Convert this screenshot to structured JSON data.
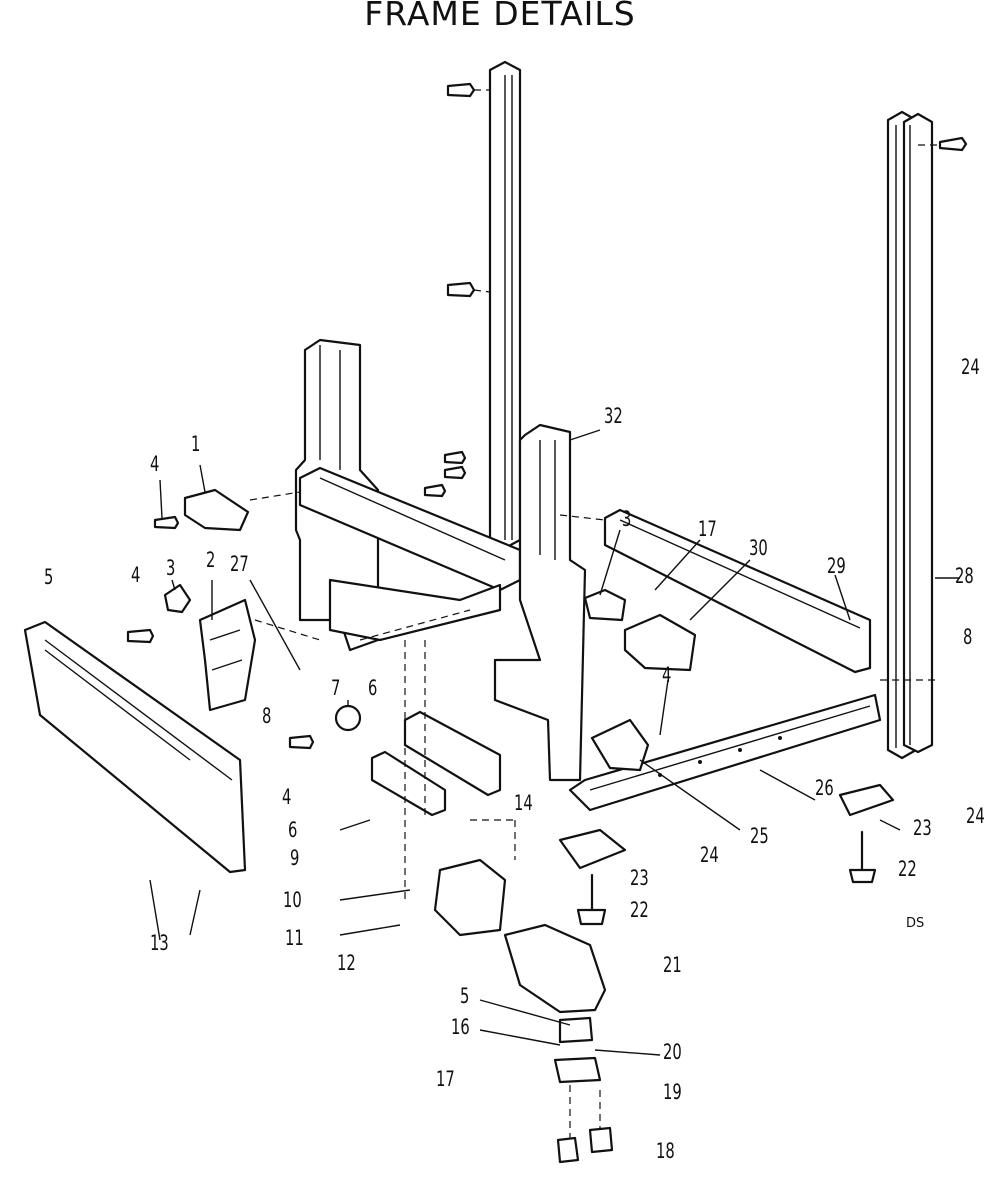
{
  "title": "FRAME DETAILS",
  "diagram_code": "DS",
  "callouts": [
    {
      "id": "c1",
      "label": "1"
    },
    {
      "id": "c2",
      "label": "2"
    },
    {
      "id": "c3a",
      "label": "3"
    },
    {
      "id": "c3b",
      "label": "3"
    },
    {
      "id": "c4a",
      "label": "4"
    },
    {
      "id": "c4b",
      "label": "4"
    },
    {
      "id": "c4c",
      "label": "4"
    },
    {
      "id": "c4d",
      "label": "4"
    },
    {
      "id": "c5a",
      "label": "5"
    },
    {
      "id": "c5b",
      "label": "5"
    },
    {
      "id": "c6a",
      "label": "6"
    },
    {
      "id": "c6b",
      "label": "6"
    },
    {
      "id": "c7",
      "label": "7"
    },
    {
      "id": "c8a",
      "label": "8"
    },
    {
      "id": "c8b",
      "label": "8"
    },
    {
      "id": "c9",
      "label": "9"
    },
    {
      "id": "c10",
      "label": "10"
    },
    {
      "id": "c11",
      "label": "11"
    },
    {
      "id": "c12",
      "label": "12"
    },
    {
      "id": "c13",
      "label": "13"
    },
    {
      "id": "c14",
      "label": "14"
    },
    {
      "id": "c16",
      "label": "16"
    },
    {
      "id": "c17a",
      "label": "17"
    },
    {
      "id": "c17b",
      "label": "17"
    },
    {
      "id": "c18",
      "label": "18"
    },
    {
      "id": "c19",
      "label": "19"
    },
    {
      "id": "c20",
      "label": "20"
    },
    {
      "id": "c21",
      "label": "21"
    },
    {
      "id": "c22a",
      "label": "22"
    },
    {
      "id": "c22b",
      "label": "22"
    },
    {
      "id": "c23a",
      "label": "23"
    },
    {
      "id": "c23b",
      "label": "23"
    },
    {
      "id": "c24a",
      "label": "24"
    },
    {
      "id": "c24b",
      "label": "24"
    },
    {
      "id": "c24c",
      "label": "24"
    },
    {
      "id": "c25",
      "label": "25"
    },
    {
      "id": "c26",
      "label": "26"
    },
    {
      "id": "c27",
      "label": "27"
    },
    {
      "id": "c28",
      "label": "28"
    },
    {
      "id": "c29",
      "label": "29"
    },
    {
      "id": "c30",
      "label": "30"
    },
    {
      "id": "c32",
      "label": "32"
    }
  ]
}
